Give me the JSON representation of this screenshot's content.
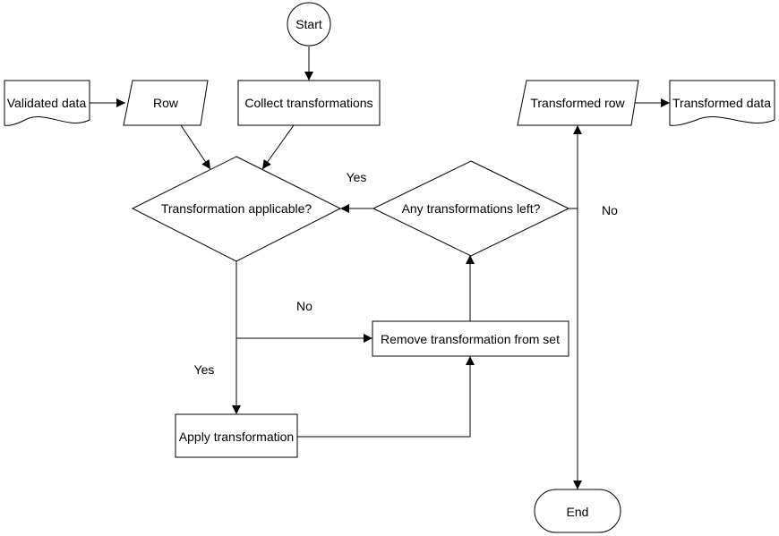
{
  "nodes": {
    "start": "Start",
    "validated_data": "Validated data",
    "row": "Row",
    "collect_transformations": "Collect transformations",
    "transformation_applicable": "Transformation applicable?",
    "any_transformations_left": "Any transformations left?",
    "remove_transformation": "Remove transformation from set",
    "apply_transformation": "Apply transformation",
    "transformed_row": "Transformed row",
    "transformed_data": "Transformed data",
    "end": "End"
  },
  "edge_labels": {
    "left_yes": "Yes",
    "left_no": "No",
    "applicable_yes": "Yes",
    "applicable_no": "No"
  },
  "colors": {
    "stroke": "#000000",
    "fill": "#ffffff",
    "text": "#000000"
  }
}
